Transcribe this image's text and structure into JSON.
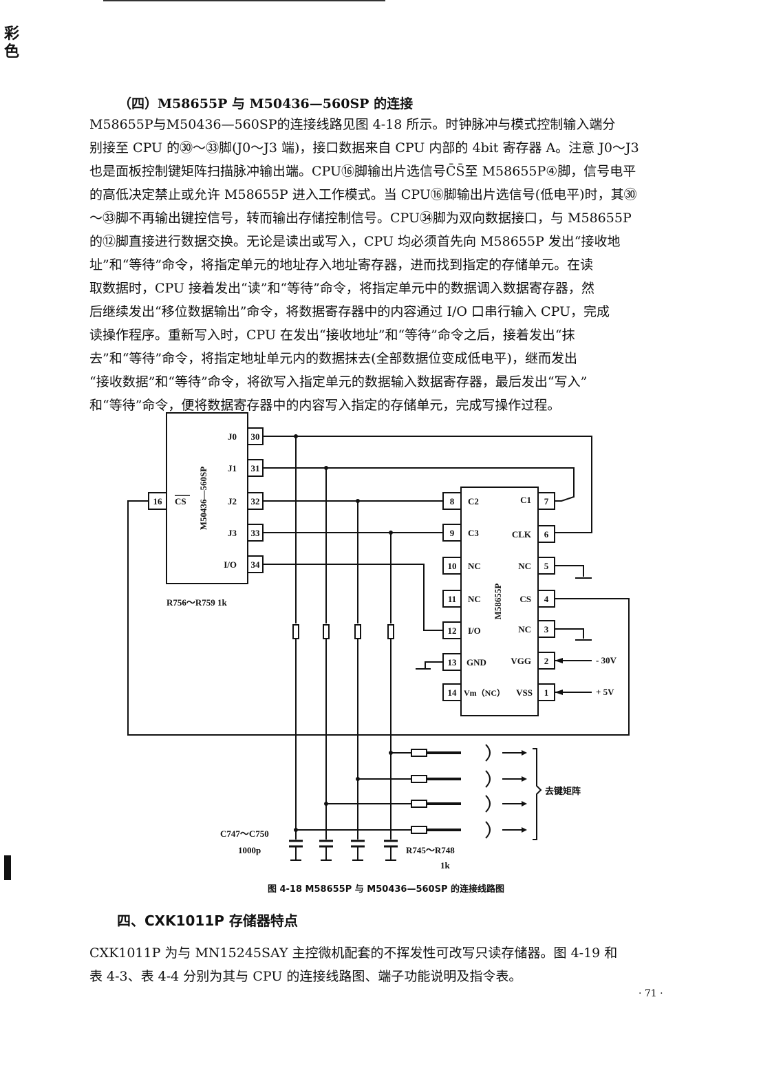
{
  "margin": {
    "glyph_top": "彩",
    "glyph_bottom": "色"
  },
  "section": {
    "subheading": "（四）M58655P 与 M50436—560SP 的连接",
    "paragraph1": [
      "M58655P与M50436—560SP的连接线路见图 4-18 所示。时钟脉冲与模式控制输入端分",
      "别接至 CPU 的㉚～㉝脚(J0～J3 端)，接口数据来自 CPU 内部的 4bit 寄存器 A。注意 J0～J3",
      "也是面板控制键矩阵扫描脉冲输出端。CPU⑯脚输出片选信号C̄S̄至 M58655P④脚，信号电平",
      "的高低决定禁止或允许 M58655P 进入工作模式。当 CPU⑯脚输出片选信号(低电平)时，其㉚",
      "～㉝脚不再输出键控信号，转而输出存储控制信号。CPU㉞脚为双向数据接口，与 M58655P",
      "的⑫脚直接进行数据交换。无论是读出或写入，CPU 均必须首先向 M58655P 发出“接收地",
      "址”和“等待”命令，将指定单元的地址存入地址寄存器，进而找到指定的存储单元。在读",
      "取数据时，CPU 接着发出“读”和“等待”命令，将指定单元中的数据调入数据寄存器，然",
      "后继续发出“移位数据输出”命令，将数据寄存器中的内容通过 I/O 口串行输入 CPU，完成",
      "读操作程序。重新写入时，CPU 在发出“接收地址”和“等待”命令之后，接着发出“抹",
      "去”和“等待”命令，将指定地址单元内的数据抹去(全部数据位变成低电平)，继而发出",
      "“接收数据”和“等待”命令，将欲写入指定单元的数据输入数据寄存器，最后发出“写入”",
      "和“等待”命令，便将数据寄存器中的内容写入指定的存储单元，完成写操作过程。"
    ]
  },
  "diagram": {
    "cpu": {
      "name": "M50436—560SP",
      "cs_pin": "16",
      "cs_label": "CS",
      "pins": [
        {
          "label": "J0",
          "num": "30"
        },
        {
          "label": "J1",
          "num": "31"
        },
        {
          "label": "J2",
          "num": "32"
        },
        {
          "label": "J3",
          "num": "33"
        },
        {
          "label": "I/O",
          "num": "34"
        }
      ],
      "resistor_note": "R756～R759  1k"
    },
    "memory": {
      "name": "M58655P",
      "left_pins": [
        {
          "num": "8",
          "label": "C2"
        },
        {
          "num": "9",
          "label": "C3"
        },
        {
          "num": "10",
          "label": "NC"
        },
        {
          "num": "11",
          "label": "NC"
        },
        {
          "num": "12",
          "label": "I/O"
        },
        {
          "num": "13",
          "label": "GND"
        },
        {
          "num": "14",
          "label": "Vm（NC）"
        }
      ],
      "right_pins": [
        {
          "num": "7",
          "label": "C1"
        },
        {
          "num": "6",
          "label": "CLK"
        },
        {
          "num": "5",
          "label": "NC"
        },
        {
          "num": "4",
          "label": "CS"
        },
        {
          "num": "3",
          "label": "NC"
        },
        {
          "num": "2",
          "label": "VGG"
        },
        {
          "num": "1",
          "label": "VSS"
        }
      ],
      "supply_minus": "- 30V",
      "supply_plus": "+ 5V"
    },
    "capacitors_label": "C747～C750",
    "capacitor_value": "1000p",
    "resistors_label": "R745～R748",
    "resistor_value": "1k",
    "key_matrix_label": "去键矩阵"
  },
  "figure": {
    "caption": "图 4-18   M58655P 与 M50436—560SP 的连接线路图"
  },
  "section2": {
    "heading": "四、CXK1011P 存储器特点",
    "paragraph": [
      "CXK1011P 为与 MN15245SAY 主控微机配套的不挥发性可改写只读存储器。图 4-19 和",
      "表 4-3、表 4-4 分别为其与 CPU 的连接线路图、端子功能说明及指令表。"
    ]
  },
  "page": {
    "number": "· 71 ·"
  }
}
